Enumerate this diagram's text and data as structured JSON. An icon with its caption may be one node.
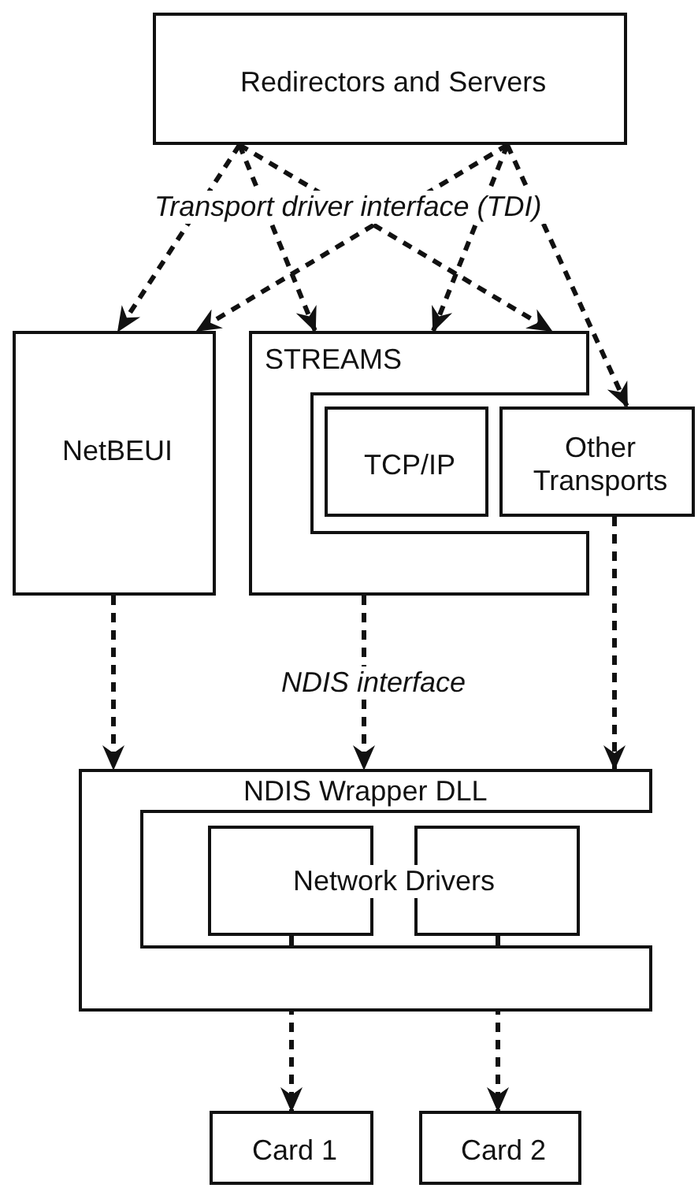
{
  "diagram": {
    "nodes": [
      {
        "text": [
          "Redirectors and Servers"
        ]
      },
      {
        "text": [
          "NetBEUI"
        ]
      },
      {
        "text": [
          "STREAMS"
        ]
      },
      {
        "text": [
          "TCP/IP"
        ],
        "in": 2
      },
      {
        "text": [
          "Other Transports"
        ]
      },
      {
        "text": [
          "NDIS Wrapper DLL"
        ]
      },
      {
        "text": [
          "Network Drivers"
        ],
        "in": 5
      },
      {
        "text": [
          "Card 1"
        ]
      },
      {
        "text": [
          "Card 2"
        ]
      }
    ],
    "edges": [
      {
        "from": 0,
        "to": 1,
        "arrow": "to"
      },
      {
        "from": 0,
        "to": 1,
        "arrow": "to"
      },
      {
        "from": 0,
        "to": 2,
        "arrow": "to"
      },
      {
        "from": 0,
        "to": 2,
        "arrow": "to"
      },
      {
        "from": 0,
        "to": 2,
        "arrow": "to"
      },
      {
        "from": 0,
        "to": 4,
        "arrow": "to"
      },
      {
        "from": 1,
        "to": 5,
        "arrow": "to"
      },
      {
        "from": 2,
        "to": 5,
        "arrow": "to",
        "label": "NDIS interface"
      },
      {
        "from": 4,
        "to": 5,
        "arrow": "to"
      },
      {
        "from": 6,
        "to": 7,
        "arrow": "to"
      },
      {
        "from": 6,
        "to": 8,
        "arrow": "to"
      }
    ],
    "labels": [
      "Transport driver interface (TDI)"
    ]
  }
}
